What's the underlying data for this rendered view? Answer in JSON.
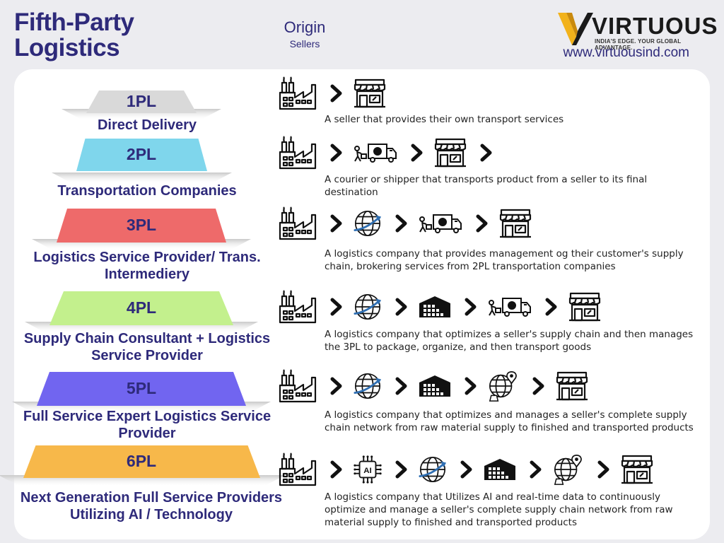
{
  "header": {
    "title_line1": "Fifth-Party",
    "title_line2": "Logistics",
    "origin_title": "Origin",
    "origin_subtitle": "Sellers"
  },
  "brand": {
    "name": "VIRTUOUS",
    "tagline": "INDIA'S EDGE. YOUR GLOBAL ADVANTAGE.",
    "url": "www.virtuousind.com",
    "color_gold": "#f2b21b",
    "color_dark": "#1a1a1a"
  },
  "tiers": [
    {
      "level": "1PL",
      "name": "Direct Delivery",
      "color": "#d9d9d9",
      "flow": [
        "factory-icon",
        "arrow-icon",
        "store-icon"
      ],
      "description": "A seller that provides their own transport services"
    },
    {
      "level": "2PL",
      "name": "Transportation Companies",
      "color": "#7fd6ec",
      "flow": [
        "factory-icon",
        "arrow-icon",
        "delivery-truck-icon",
        "arrow-icon",
        "store-icon",
        "arrow-icon"
      ],
      "description": "A courier or shipper that transports product from a seller to its final destination"
    },
    {
      "level": "3PL",
      "name": "Logistics Service Provider/ Trans. Intermediery",
      "color": "#ee6a6a",
      "flow": [
        "factory-icon",
        "arrow-icon",
        "globe-icon",
        "arrow-icon",
        "delivery-truck-icon",
        "arrow-icon",
        "store-icon"
      ],
      "description": "A logistics company that provides management og their customer's supply chain, brokering services from 2PL transportation companies"
    },
    {
      "level": "4PL",
      "name": "Supply Chain Consultant + Logistics Service Provider",
      "color": "#c3f08d",
      "flow": [
        "factory-icon",
        "arrow-icon",
        "globe-icon",
        "arrow-icon",
        "warehouse-icon",
        "arrow-icon",
        "delivery-truck-icon",
        "arrow-icon",
        "store-icon"
      ],
      "description": "A logistics company that optimizes a seller's supply chain and then manages the 3PL to package, organize, and then transport goods"
    },
    {
      "level": "5PL",
      "name": "Full Service Expert Logistics Service Provider",
      "color": "#7165f0",
      "flow": [
        "factory-icon",
        "arrow-icon",
        "globe-icon",
        "arrow-icon",
        "warehouse-icon",
        "arrow-icon",
        "global-location-icon",
        "arrow-icon",
        "store-icon"
      ],
      "description": "A logistics company that optimizes and manages a seller's complete supply chain network from raw material supply to finished and transported products"
    },
    {
      "level": "6PL",
      "name": "Next Generation Full Service Providers Utilizing AI / Technology",
      "color": "#f7b84a",
      "flow": [
        "factory-icon",
        "arrow-icon",
        "ai-chip-icon",
        "arrow-icon",
        "globe-icon",
        "arrow-icon",
        "warehouse-icon",
        "arrow-icon",
        "global-location-icon",
        "arrow-icon",
        "store-icon"
      ],
      "description": "A logistics company that Utilizes AI and real-time data to continuously optimize and manage a seller's complete supply chain network from raw material supply to finished and transported products"
    }
  ]
}
